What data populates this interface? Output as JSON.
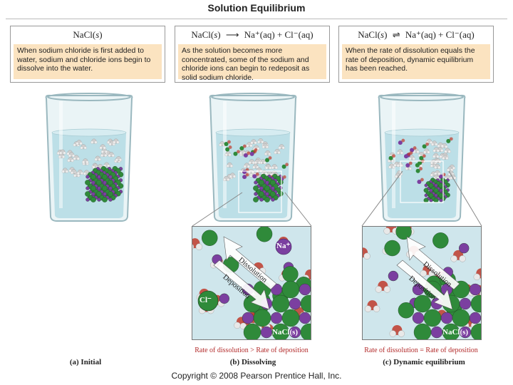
{
  "title": "Solution Equilibrium",
  "panels": [
    {
      "equation": {
        "left": "NaCl(",
        "state": "s",
        "close": ")",
        "arrow": "",
        "right": ""
      },
      "text": "When sodium chloride is first added to water, sodium and chloride ions begin to dissolve into the water."
    },
    {
      "equation": {
        "left": "NaCl(",
        "state": "s",
        "close": ")",
        "arrow": "⟶",
        "right": "Na⁺(aq) + Cl⁻(aq)"
      },
      "text": "As the solution becomes more concentrated, some of the sodium and chloride ions can begin to redeposit as solid sodium chloride."
    },
    {
      "equation": {
        "left": "NaCl(",
        "state": "s",
        "close": ")",
        "arrow": "⇌",
        "right": "Na⁺(aq) + Cl⁻(aq)"
      },
      "text": "When the rate of dissolution equals the rate of deposition, dynamic equilibrium has been reached."
    }
  ],
  "zoom_b": {
    "na_label": "Na⁺",
    "cl_label": "Cl⁻",
    "dissolution": "Dissolution",
    "deposition": "Deposition",
    "solid_label": "NaCl(s)"
  },
  "zoom_c": {
    "dissolution": "Dissolution",
    "deposition": "Deposition",
    "solid_label": "NaCl(s)"
  },
  "rates": {
    "b": "Rate of dissolution > Rate of deposition",
    "c": "Rate of dissolution = Rate of deposition"
  },
  "captions": {
    "a": "(a) Initial",
    "b": "(b) Dissolving",
    "c": "(c) Dynamic equilibrium"
  },
  "copyright": "Copyright © 2008 Pearson Prentice Hall, Inc.",
  "colors": {
    "sodium": "#7b3fa0",
    "chloride": "#2f8a3a",
    "oxygen": "#c0392b",
    "hydrogen": "#e8e8e8",
    "box": "#fbe3c0",
    "rate_text": "#b32b2b"
  }
}
